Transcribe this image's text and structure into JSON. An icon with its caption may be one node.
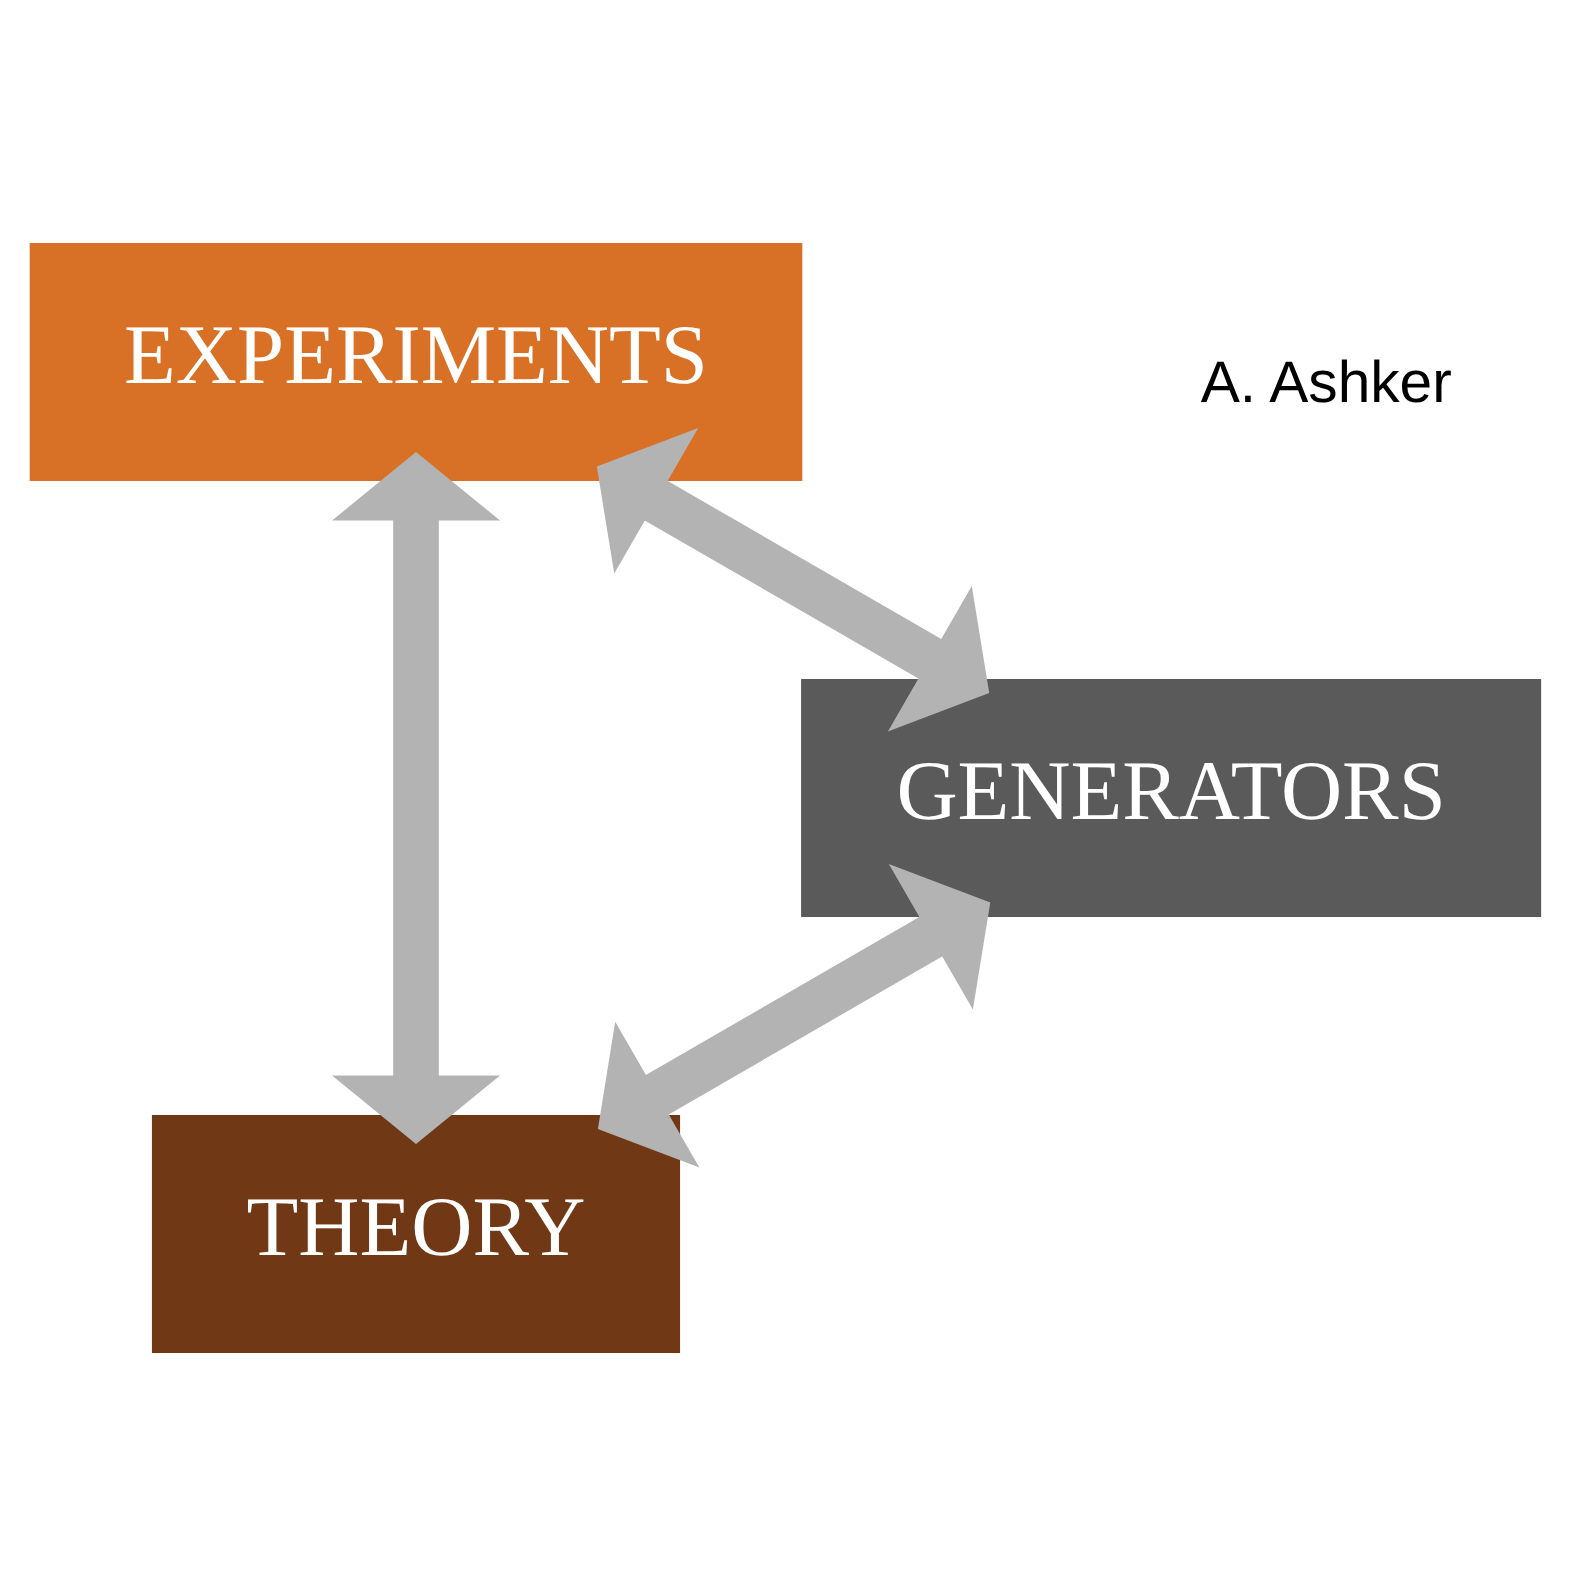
{
  "diagram": {
    "nodes": [
      {
        "text": [
          "THEORY"
        ]
      },
      {
        "text": [
          "GENERATORS"
        ]
      },
      {
        "text": [
          "EXPERIMENTS"
        ]
      }
    ],
    "edges": [
      {
        "from": 1,
        "to": 0,
        "arrow": "both"
      },
      {
        "from": 0,
        "to": 2,
        "arrow": "both"
      },
      {
        "from": 2,
        "to": 1,
        "arrow": "both"
      }
    ],
    "labels": [
      "A. Ashker"
    ]
  }
}
